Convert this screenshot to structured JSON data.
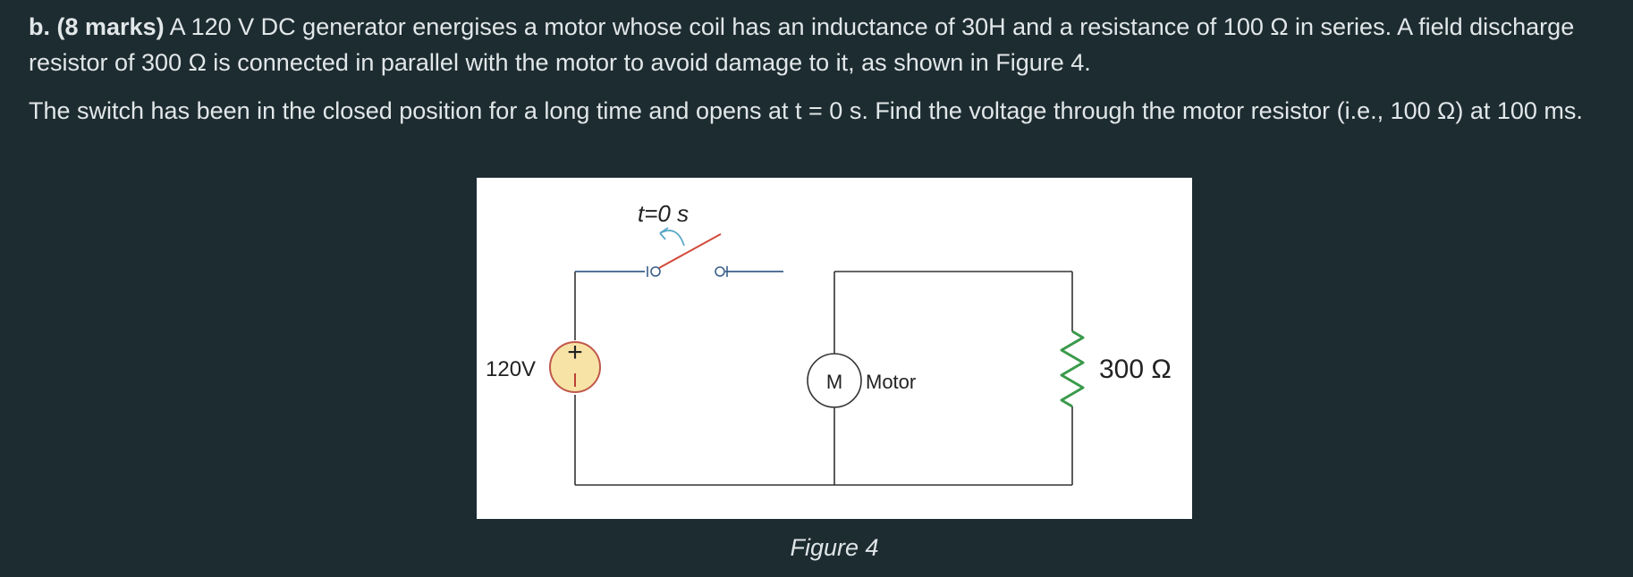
{
  "question": {
    "label": "b.",
    "marks": "(8 marks)",
    "line1_text": " A 120 V DC generator energises a motor whose coil has an inductance of 30H and a resistance of 100 Ω in series. A field discharge resistor of 300 Ω is connected in parallel with the motor to avoid damage to it, as shown in Figure 4.",
    "paragraph2": "The switch has been in the closed position for a long time and opens at t = 0 s. Find the voltage through the motor resistor (i.e., 100 Ω) at 100 ms."
  },
  "figure": {
    "switch_label": "t=0 s",
    "source_label": "120V",
    "source_plus": "+",
    "motor_symbol": "M",
    "motor_label": "Motor",
    "resistor_label": "300 Ω",
    "caption": "Figure 4"
  },
  "colors": {
    "background": "#1d2c31",
    "text": "#e2e7e9",
    "wire": "#333333",
    "switch_wire": "#3a5f8a",
    "switch_blade": "#d24a3a",
    "arrow": "#5aa7c7",
    "resistor": "#3a9a4a",
    "source_fill": "#f7e3a6",
    "source_stroke": "#c0584a"
  }
}
